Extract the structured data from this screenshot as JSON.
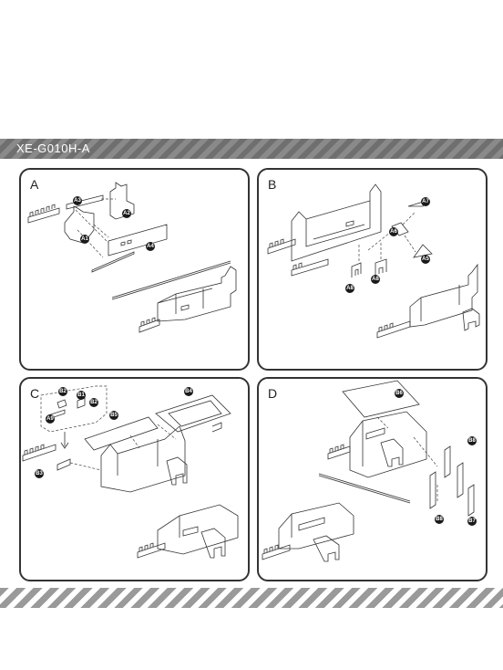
{
  "header": {
    "model_code": "XE-G010H-A"
  },
  "panels": {
    "a": {
      "label": "A",
      "parts": [
        "A3",
        "A2",
        "A1",
        "A4"
      ]
    },
    "b": {
      "label": "B",
      "parts": [
        "A7",
        "A6",
        "A5",
        "A8",
        "A8"
      ]
    },
    "c": {
      "label": "C",
      "parts": [
        "B2",
        "B1",
        "B2",
        "A9",
        "B4",
        "B5",
        "B3"
      ]
    },
    "d": {
      "label": "D",
      "parts": [
        "B6",
        "B8",
        "B8",
        "B7"
      ]
    }
  }
}
